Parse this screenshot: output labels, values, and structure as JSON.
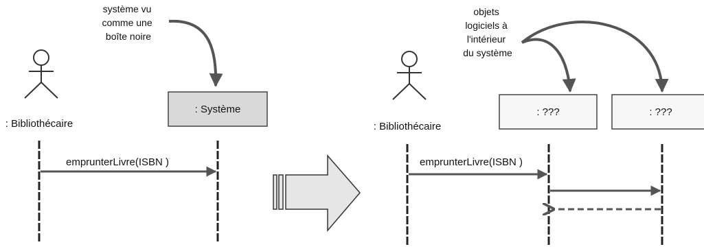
{
  "colors": {
    "ink": "#111111",
    "arrow": "#555555",
    "system_box_fill": "#d9d9d9",
    "object_box_fill": "#f7f7f7",
    "box_stroke": "#444444",
    "big_arrow_fill": "#e6e6e6"
  },
  "icons": {
    "actor": "stick-figure-icon",
    "transition": "big-right-arrow-icon"
  },
  "left": {
    "annotation": [
      "système vu",
      "comme une",
      "boîte noire"
    ],
    "actor_label": ": Bibliothécaire",
    "system_label": ": Système",
    "message": "emprunterLivre(ISBN )"
  },
  "right": {
    "annotation": [
      "objets",
      "logiciels à",
      "l'intérieur",
      "du système"
    ],
    "actor_label": ": Bibliothécaire",
    "object1_label": ": ???",
    "object2_label": ": ???",
    "message": "emprunterLivre(ISBN )"
  }
}
